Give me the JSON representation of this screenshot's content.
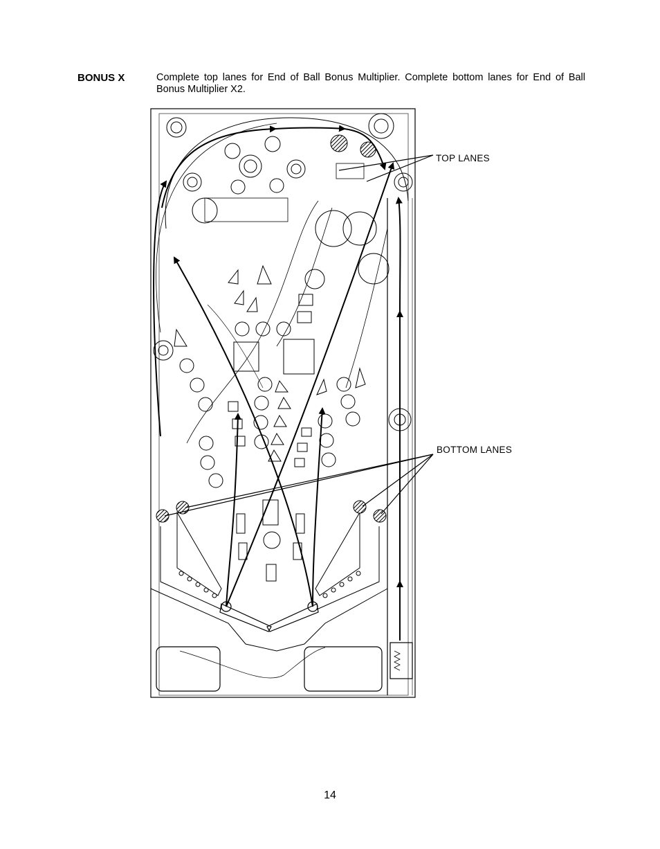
{
  "section": {
    "heading": "BONUS X",
    "description": "Complete top lanes for End of Ball Bonus Multiplier.  Complete bottom lanes for End of Ball Bonus Multiplier X2."
  },
  "callouts": {
    "top_lanes": "TOP  LANES",
    "bottom_lanes": "BOTTOM  LANES"
  },
  "page_number": "14"
}
